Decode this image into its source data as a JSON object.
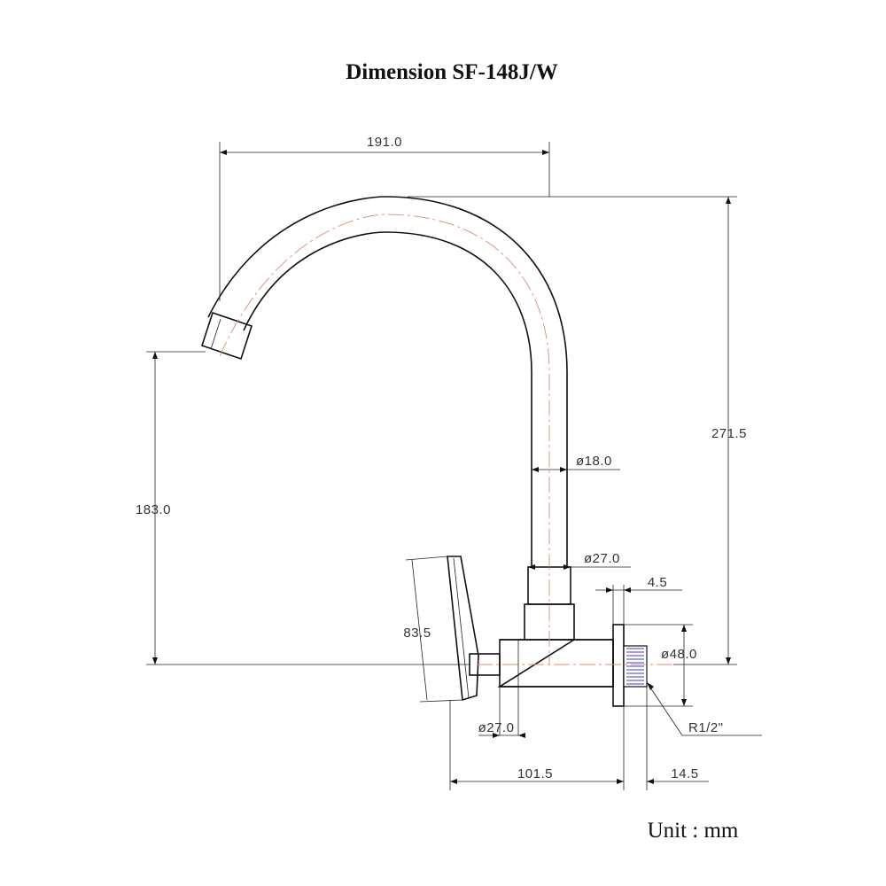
{
  "title": "Dimension  SF-148J/W",
  "unit_label": "Unit : mm",
  "dimensions": {
    "spout_reach": "191.0",
    "total_height": "271.5",
    "spout_height": "183.0",
    "pipe_diameter": "ø18.0",
    "base_diameter": "ø27.0",
    "flange_thickness": "4.5",
    "flange_diameter": "ø48.0",
    "handle_height": "83.5",
    "handle_diameter": "ø27.0",
    "thread_spec": "R1/2\"",
    "body_length": "101.5",
    "thread_length": "14.5"
  },
  "colors": {
    "line": "#111111",
    "centerline": "#e08878",
    "thread": "#3f3fd0"
  }
}
